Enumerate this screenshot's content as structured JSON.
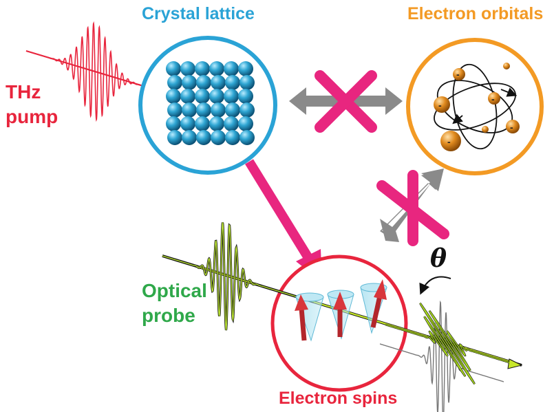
{
  "labels": {
    "crystal_lattice": "Crystal lattice",
    "electron_orbitals": "Electron orbitals",
    "thz_line1": "THz",
    "thz_line2": "pump",
    "probe_line1": "Optical",
    "probe_line2": "probe",
    "electron_spins": "Electron spins",
    "theta": "θ"
  },
  "colors": {
    "lattice": "#2aa3d6",
    "orbitals": "#f39a24",
    "thz": "#e8253d",
    "probe": "#2fa84a",
    "spins_circle": "#e8253d",
    "blocked_cross": "#e8267f",
    "grey_arrow": "#8a8a8a",
    "coupling_arrow": "#e8267f"
  },
  "icons": {
    "blocked": "cross-icon",
    "coupling": "arrow-icon"
  }
}
